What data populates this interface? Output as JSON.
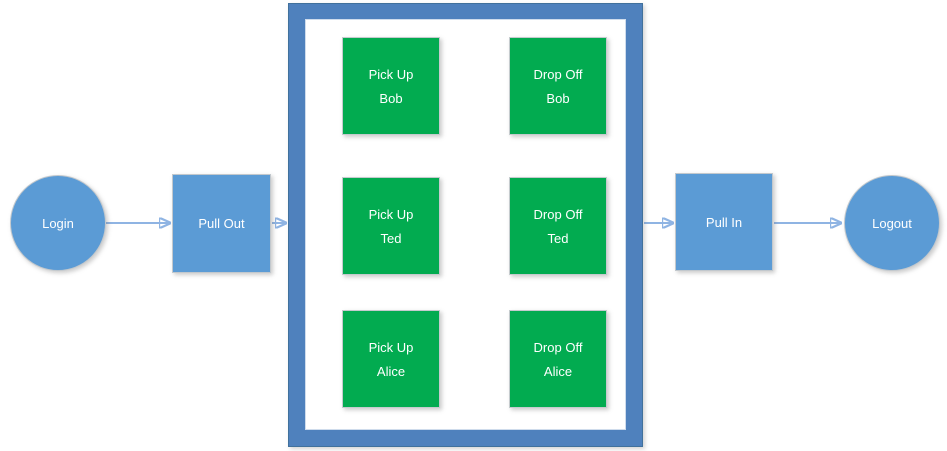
{
  "nodes": {
    "login": "Login",
    "pull_out": "Pull Out",
    "pull_in": "Pull In",
    "logout": "Logout"
  },
  "tasks": [
    {
      "pickup_line1": "Pick Up",
      "pickup_line2": "Bob",
      "dropoff_line1": "Drop Off",
      "dropoff_line2": "Bob"
    },
    {
      "pickup_line1": "Pick Up",
      "pickup_line2": "Ted",
      "dropoff_line1": "Drop Off",
      "dropoff_line2": "Ted"
    },
    {
      "pickup_line1": "Pick Up",
      "pickup_line2": "Alice",
      "dropoff_line1": "Drop Off",
      "dropoff_line2": "Alice"
    }
  ],
  "colors": {
    "node_fill": "#5b9bd5",
    "container_fill": "#4f81bd",
    "task_fill": "#02ab50",
    "connector_line": "#8fb4e3",
    "connector_head": "#4f81bd",
    "label_text": "#ffffff"
  }
}
